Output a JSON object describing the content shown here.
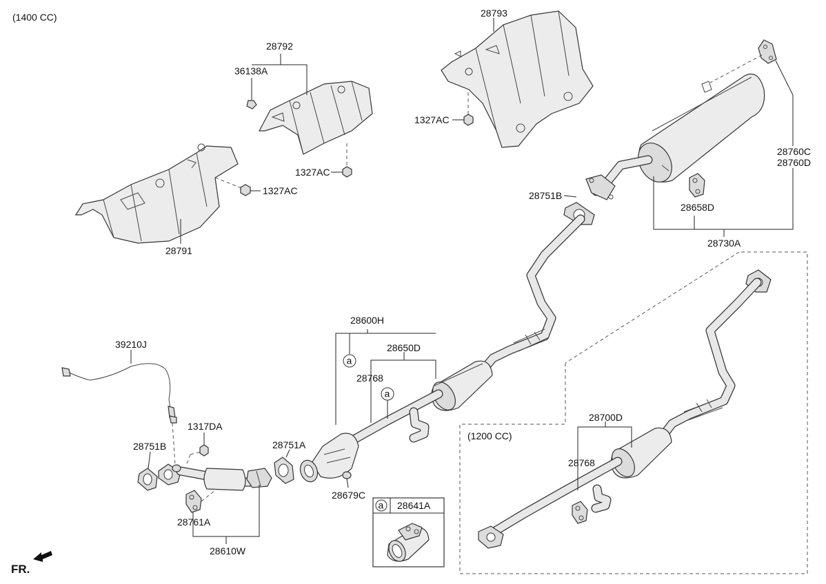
{
  "variant_1400": "(1400 CC)",
  "variant_1200": "(1200 CC)",
  "front_label": "FR.",
  "ref_marker": "a",
  "labels": {
    "p28793": "28793",
    "p28792": "28792",
    "p36138A": "36138A",
    "p1327AC_top": "1327AC",
    "p1327AC_mid": "1327AC",
    "p1327AC_left": "1327AC",
    "p28791": "28791",
    "p28760C": "28760C",
    "p28760D": "28760D",
    "p28751B_right": "28751B",
    "p28658D": "28658D",
    "p28730A": "28730A",
    "p28600H": "28600H",
    "p28650D": "28650D",
    "p28768_main": "28768",
    "p39210J": "39210J",
    "p1317DA": "1317DA",
    "p28751B_left": "28751B",
    "p28751A": "28751A",
    "p28761A": "28761A",
    "p28610W": "28610W",
    "p28679C": "28679C",
    "p28641A": "28641A",
    "p28700D": "28700D",
    "p28768_1200": "28768"
  },
  "colors": {
    "line": "#222222",
    "part_fill": "#ececec",
    "background": "#ffffff"
  }
}
